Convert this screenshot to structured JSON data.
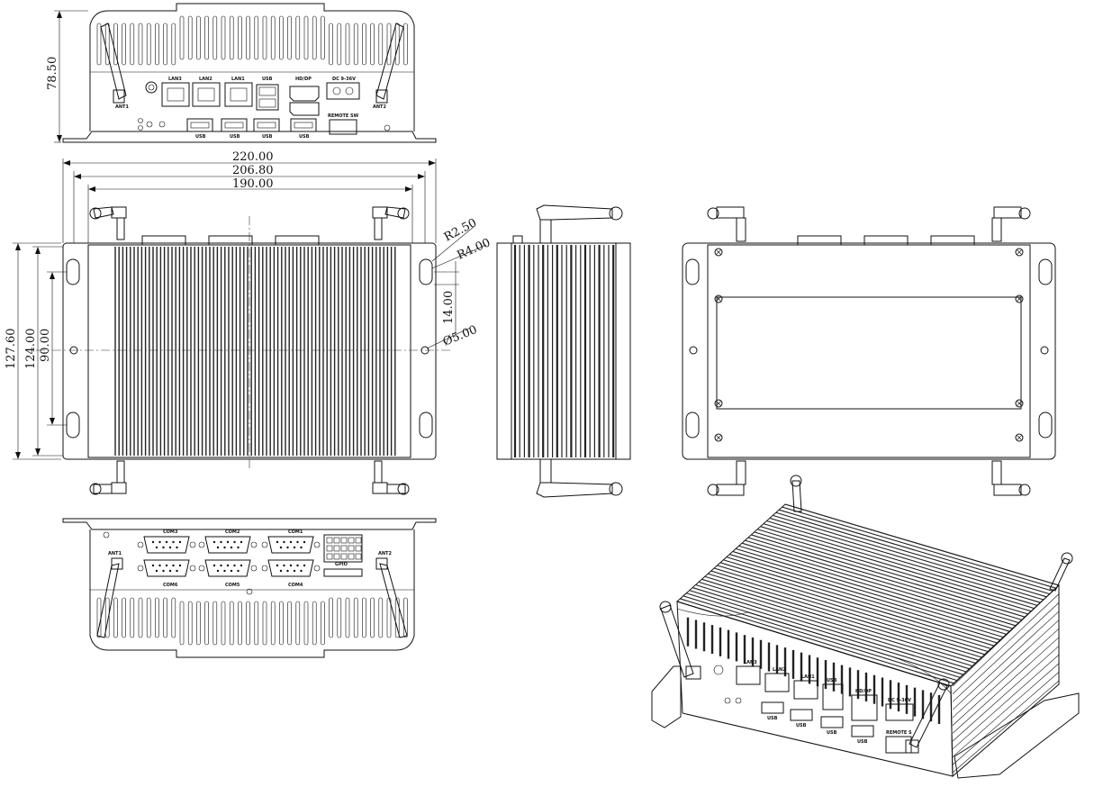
{
  "dimensions": {
    "height_front": "78.50",
    "width_overall": "220.00",
    "width_mid": "206.80",
    "width_holes": "190.00",
    "depth_overall": "127.60",
    "depth_mid": "124.00",
    "depth_holes": "90.00",
    "radius_small": "R2.50",
    "radius_large": "R4.00",
    "slot_length": "14.00",
    "hole_dia": "Ø5.00"
  },
  "front_panel": {
    "lan3": "LAN3",
    "lan2": "LAN2",
    "lan1": "LAN1",
    "usb_top": "USB",
    "hdmi_dp": "HD/DP",
    "dc": "DC 9-36V",
    "remote_sw": "REMOTE SW",
    "usb1": "USB",
    "usb2": "USB",
    "usb3": "USB",
    "usb4": "USB",
    "ant1": "ANT1",
    "ant2": "ANT2"
  },
  "rear_panel": {
    "com1": "COM1",
    "com2": "COM2",
    "com3": "COM3",
    "com4": "COM4",
    "com5": "COM5",
    "com6": "COM6",
    "gpio": "GPIO",
    "ant1": "ANT1",
    "ant2": "ANT2"
  },
  "iso_panel": {
    "lan3": "LAN3",
    "lan2": "LAN2",
    "lan1": "LAN1",
    "usb": "USB",
    "hdmi_dp": "HD/DP",
    "dc": "DC 9-36V",
    "remote_sw": "REMOTE S",
    "usb1": "USB",
    "usb2": "USB",
    "usb3": "USB",
    "usb4": "USB"
  }
}
